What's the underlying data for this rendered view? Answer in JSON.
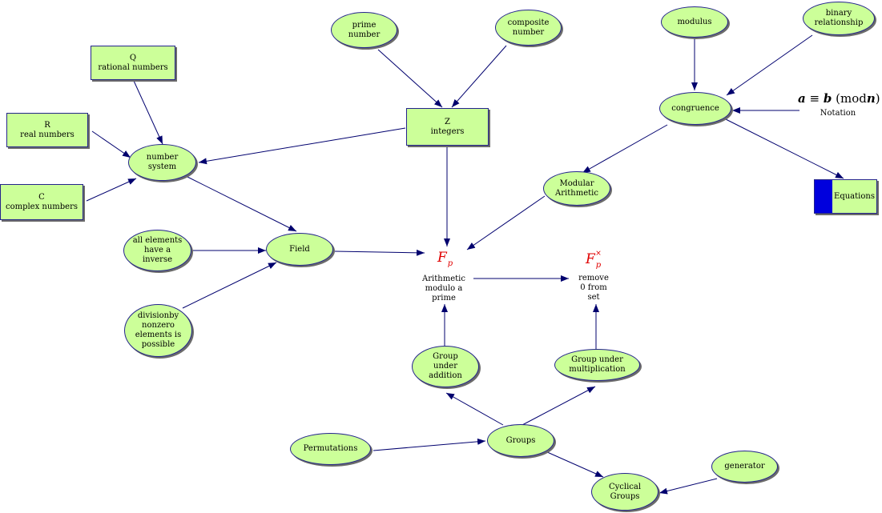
{
  "nodes": {
    "prime_number": "prime\nnumber",
    "composite_number": "composite\nnumber",
    "modulus": "modulus",
    "binary_relationship": "binary\nrelationship",
    "q_rational": "Q\nrational numbers",
    "r_real": "R\nreal numbers",
    "c_complex": "C\ncomplex numbers",
    "number_system": "number\nsystem",
    "z_integers": "Z\nintegers",
    "congruence": "congruence",
    "modular_arithmetic": "Modular\nArithmetic",
    "equations": "Equations",
    "all_elements_inverse": "all elements\nhave a\ninverse",
    "field": "Field",
    "division_nonzero": "divisionby\nnonzero\nelements is\npossible",
    "group_under_addition": "Group\nunder\naddition",
    "group_under_multiplication": "Group under\nmultiplication",
    "permutations": "Permutations",
    "groups": "Groups",
    "cyclical_groups": "Cyclical\nGroups",
    "generator": "generator"
  },
  "labels": {
    "fp_caption": "Arithmetic\nmodulo a\nprime",
    "fpx_caption": "remove\n0 from\nset",
    "fp_symbol": "F",
    "fp_sub": "p",
    "fpx_sup": "×",
    "notation_caption": "Notation",
    "notation_formula_a": "a",
    "notation_formula_equiv": " ≡ ",
    "notation_formula_b": "b",
    "notation_formula_mod": " (mod",
    "notation_formula_n": "n",
    "notation_formula_close": ")"
  },
  "colors": {
    "node_fill": "#ccff99",
    "edge": "#00006e",
    "symbol_red": "#e00000",
    "equations_accent": "#0000dd"
  }
}
